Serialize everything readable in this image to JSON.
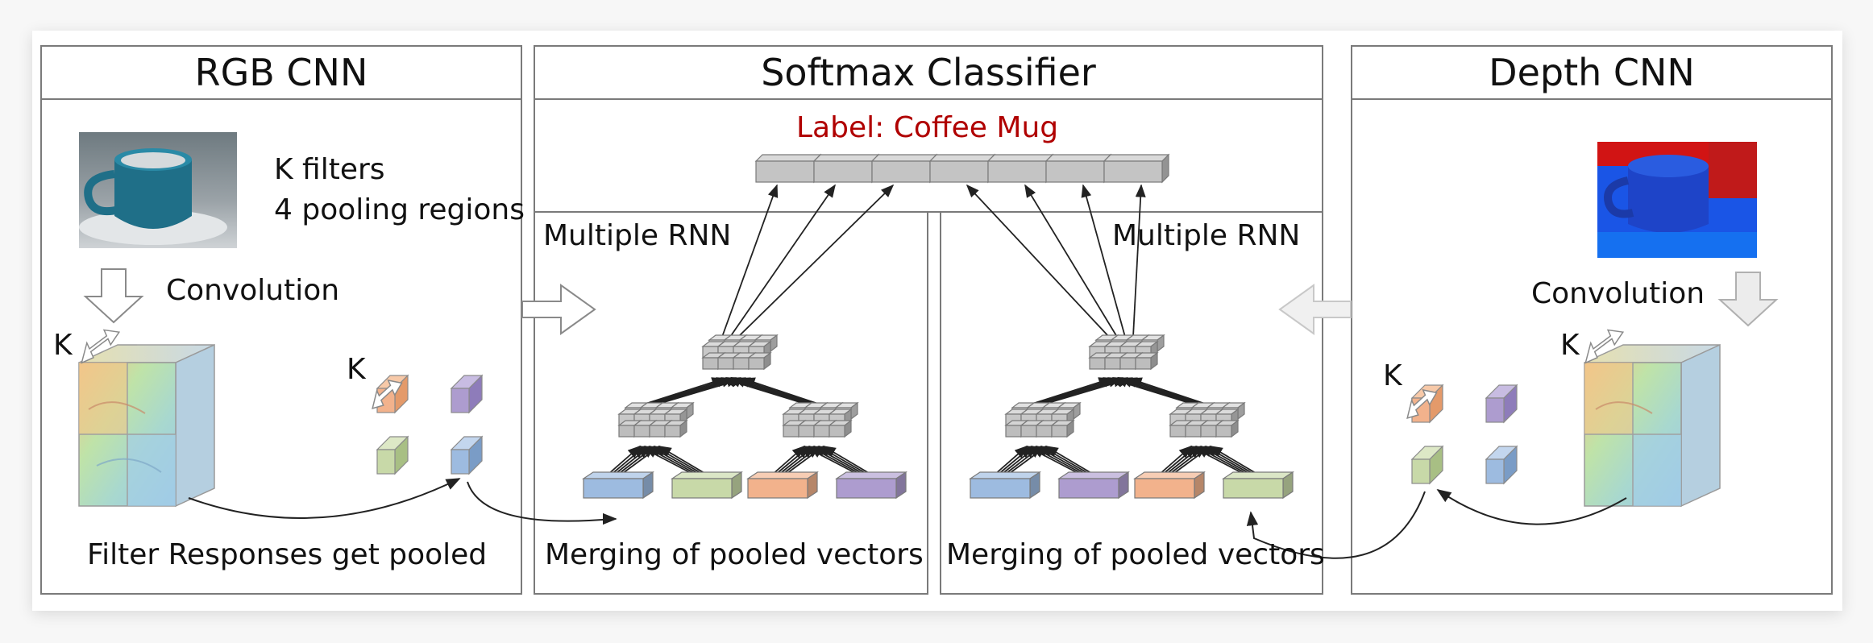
{
  "rgb_panel": {
    "title": "RGB CNN",
    "filters_text": "K filters",
    "pooling_text": "4 pooling regions",
    "convolution_text": "Convolution",
    "k_label_cube": "K",
    "k_label_vectors": "K",
    "caption": "Filter Responses get pooled"
  },
  "softmax_panel": {
    "title": "Softmax Classifier",
    "label_text": "Label: Coffee Mug"
  },
  "rnn_left": {
    "title": "Multiple RNN",
    "caption": "Merging of pooled vectors"
  },
  "rnn_right": {
    "title": "Multiple RNN",
    "caption": "Merging of pooled vectors"
  },
  "depth_panel": {
    "title": "Depth CNN",
    "convolution_text": "Convolution",
    "k_label_cube": "K",
    "k_label_vectors": "K"
  },
  "colors": {
    "label": "#b00000",
    "blue_vector": "#9dbbe0",
    "green_vector": "#c8d9a8",
    "orange_vector": "#f2b28c",
    "purple_vector": "#ad9ccf",
    "rnn_node": "#c8c8c8"
  }
}
